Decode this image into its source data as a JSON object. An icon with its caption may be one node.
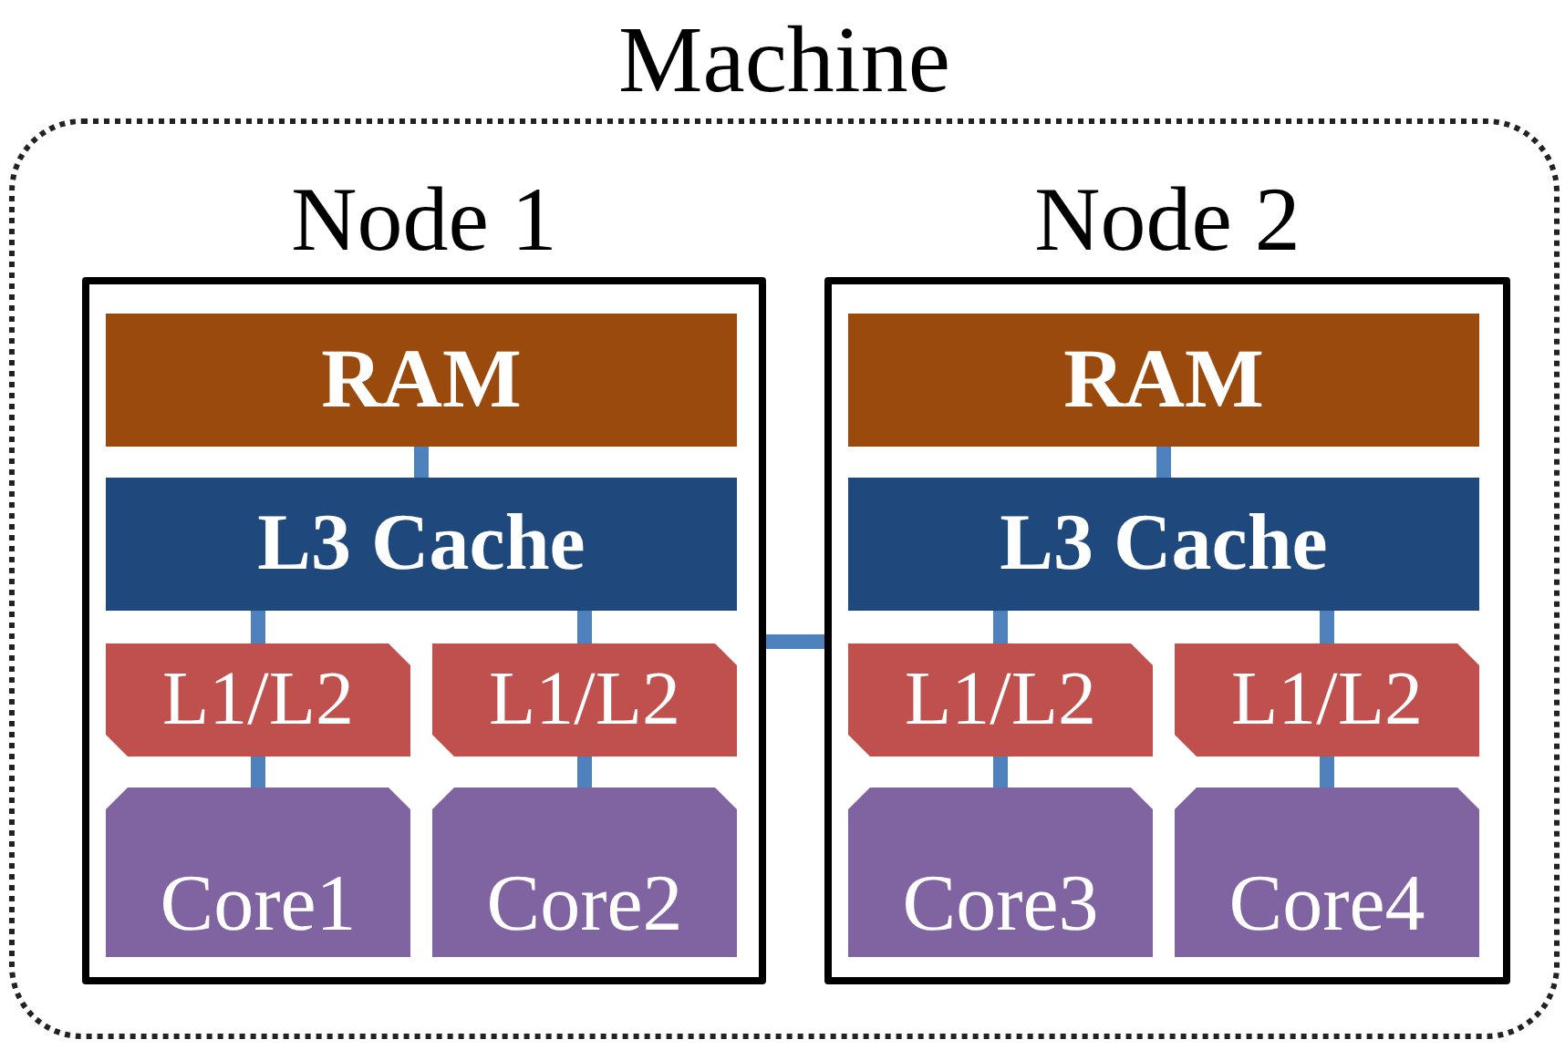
{
  "diagram": {
    "nodes": [
      {
        "text": [
          "Machine"
        ]
      },
      {
        "text": [
          "Node 1"
        ],
        "in": 0
      },
      {
        "text": [
          "RAM"
        ],
        "in": 1
      },
      {
        "text": [
          "L3 Cache"
        ],
        "in": 1
      },
      {
        "text": [
          "L1/L2"
        ],
        "in": 1
      },
      {
        "text": [
          "L1/L2"
        ],
        "in": 1
      },
      {
        "text": [
          "Core1"
        ],
        "in": 1
      },
      {
        "text": [
          "Core2"
        ],
        "in": 1
      },
      {
        "text": [
          "Node 2"
        ],
        "in": 0
      },
      {
        "text": [
          "RAM"
        ],
        "in": 8
      },
      {
        "text": [
          "L3 Cache"
        ],
        "in": 8
      },
      {
        "text": [
          "L1/L2"
        ],
        "in": 8
      },
      {
        "text": [
          "L1/L2"
        ],
        "in": 8
      },
      {
        "text": [
          "Core3"
        ],
        "in": 8
      },
      {
        "text": [
          "Core4"
        ],
        "in": 8
      }
    ],
    "edges": [
      {
        "from": 2,
        "to": 3,
        "arrow": "none"
      },
      {
        "from": 3,
        "to": 4,
        "arrow": "none"
      },
      {
        "from": 3,
        "to": 5,
        "arrow": "none"
      },
      {
        "from": 4,
        "to": 6,
        "arrow": "none"
      },
      {
        "from": 5,
        "to": 7,
        "arrow": "none"
      },
      {
        "from": 1,
        "to": 8,
        "arrow": "none"
      },
      {
        "from": 9,
        "to": 10,
        "arrow": "none"
      },
      {
        "from": 10,
        "to": 11,
        "arrow": "none"
      },
      {
        "from": 10,
        "to": 12,
        "arrow": "none"
      },
      {
        "from": 11,
        "to": 13,
        "arrow": "none"
      },
      {
        "from": 12,
        "to": 14,
        "arrow": "none"
      }
    ]
  }
}
